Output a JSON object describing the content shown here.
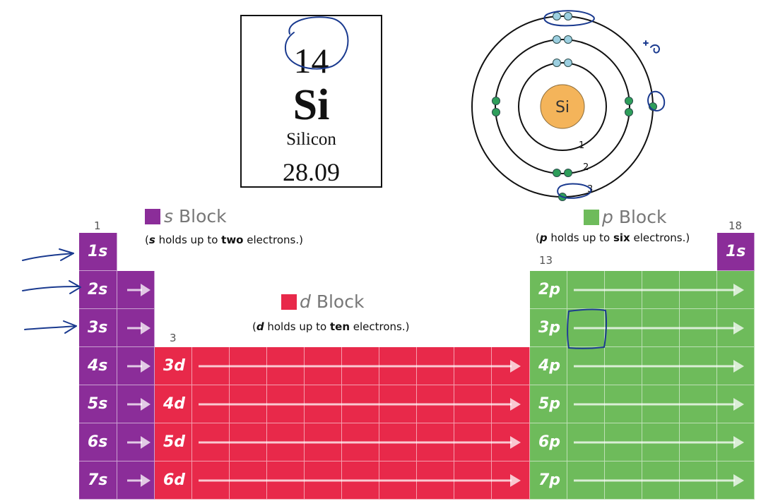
{
  "element": {
    "atomic_number": "14",
    "symbol": "Si",
    "name": "Silicon",
    "atomic_mass": "28.09"
  },
  "bohr_model": {
    "nucleus_label": "Si",
    "shell_labels": [
      "1",
      "2",
      "3"
    ],
    "electrons_per_shell": [
      2,
      8,
      4
    ]
  },
  "s_block": {
    "letter": "s",
    "title": "Block",
    "note_open": "(",
    "note_letter": "s",
    "note_mid": " holds up to ",
    "note_count": "two",
    "note_end": " electrons.)",
    "color": "#8b2d99",
    "rows": [
      "1s",
      "2s",
      "3s",
      "4s",
      "5s",
      "6s",
      "7s"
    ],
    "helium_label": "1s"
  },
  "d_block": {
    "letter": "d",
    "title": "Block",
    "note_open": "(",
    "note_letter": "d",
    "note_mid": " holds up to ",
    "note_count": "ten",
    "note_end": " electrons.)",
    "color": "#e8294a",
    "rows": [
      "3d",
      "4d",
      "5d",
      "6d"
    ]
  },
  "p_block": {
    "letter": "p",
    "title": "Block",
    "note_open": "(",
    "note_letter": "p",
    "note_mid": " holds up to ",
    "note_count": "six",
    "note_end": " electrons.)",
    "color": "#6ebb5b",
    "rows": [
      "2p",
      "3p",
      "4p",
      "5p",
      "6p",
      "7p"
    ]
  },
  "group_numbers": {
    "g1": "1",
    "g3": "3",
    "g13": "13",
    "g18": "18"
  },
  "annotation_colors": {
    "ink": "#1a3a8f"
  }
}
